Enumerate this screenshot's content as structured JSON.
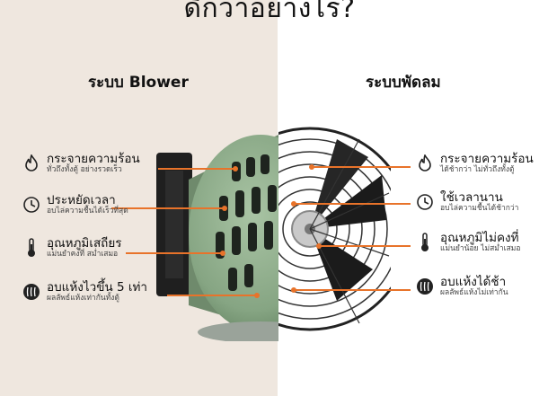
{
  "title": "ดีกว่าอย่างไร?",
  "left": {
    "heading": "ระบบ Blower",
    "features": [
      {
        "icon": "flame-icon",
        "main": "กระจายความร้อน",
        "sub": "ทั่วถึงทั้งตู้ อย่างรวดเร็ว"
      },
      {
        "icon": "clock-icon",
        "main": "ประหยัดเวลา",
        "sub": "อบไล่ความชื้นได้เร็วที่สุด"
      },
      {
        "icon": "thermometer-icon",
        "main": "อุณหภูมิเสถียร",
        "sub": "แม่นยำคงที่ สม่ำเสมอ"
      },
      {
        "icon": "towels-icon",
        "main": "อบแห้งไวขึ้น 5 เท่า",
        "sub": "ผลลัพธ์แห้งเท่ากันทั้งตู้"
      }
    ]
  },
  "right": {
    "heading": "ระบบพัดลม",
    "features": [
      {
        "icon": "flame-icon",
        "main": "กระจายความร้อน",
        "sub": "ได้ช้ากว่า ไม่ทั่วถึงทั้งตู้"
      },
      {
        "icon": "clock-icon",
        "main": "ใช้เวลานาน",
        "sub": "อบไล่ความชื้นได้ช้ากว่า"
      },
      {
        "icon": "thermometer-icon",
        "main": "อุณหภูมิไม่คงที่",
        "sub": "แม่นยำน้อย ไม่สม่ำเสมอ"
      },
      {
        "icon": "towels-icon",
        "main": "อบแห้งได้ช้า",
        "sub": "ผลลัพธ์แห้งไม่เท่ากัน"
      }
    ]
  },
  "colors": {
    "accent": "#e8732a",
    "left_bg": "#efe7df",
    "right_bg": "#ffffff",
    "blower_green": "#8fb08c"
  }
}
